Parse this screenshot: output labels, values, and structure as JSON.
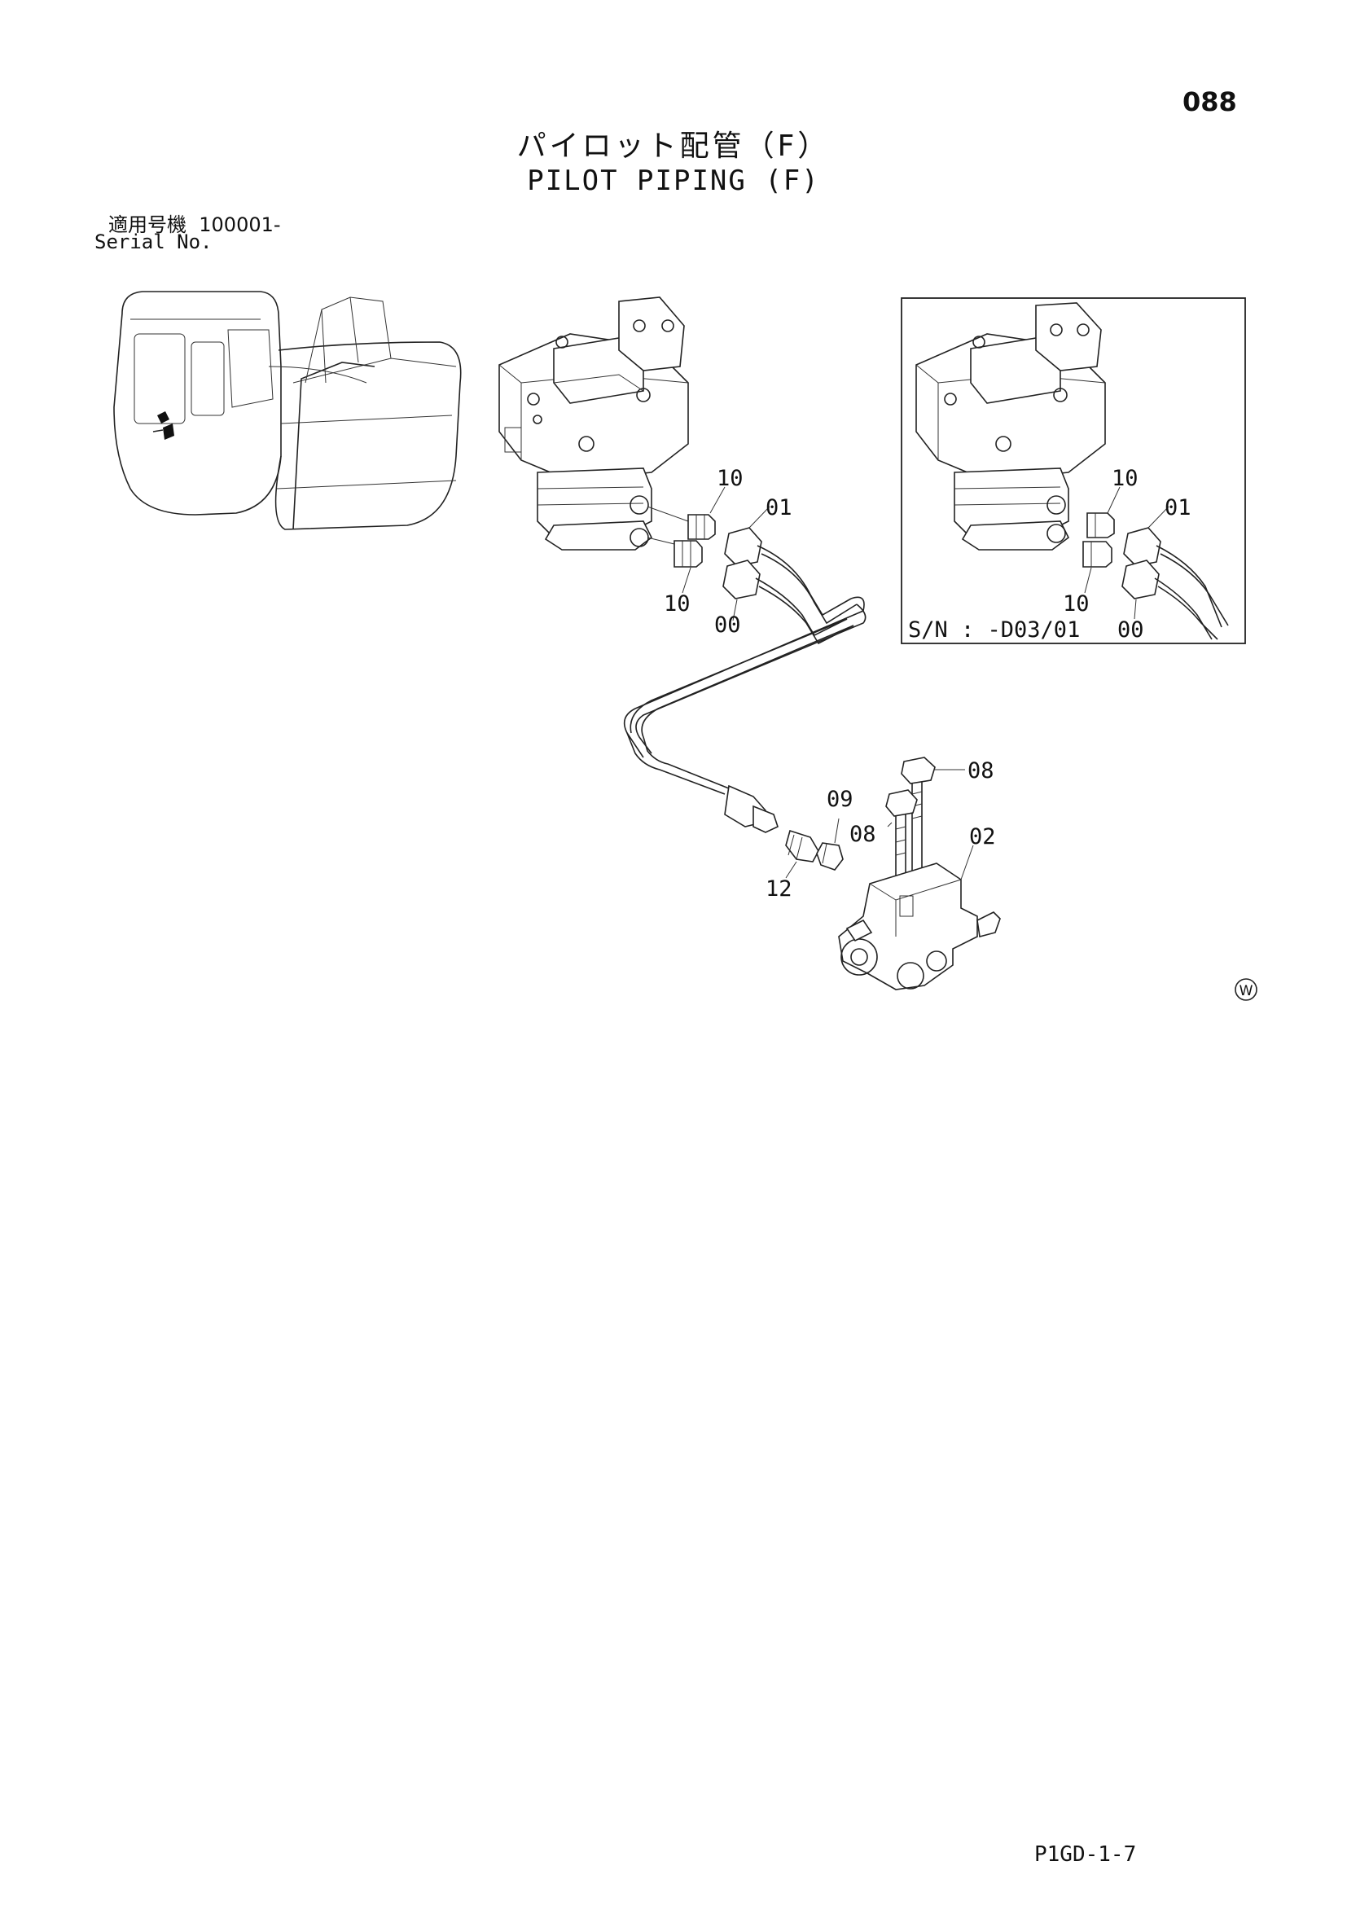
{
  "page_number": "088",
  "title_jp": "パイロット配管（F）",
  "title_en": "PILOT PIPING (F)",
  "serial": {
    "label_jp": "適用号機",
    "range": "100001-",
    "label_en": "Serial No."
  },
  "inset": {
    "serial_note": "S/N : -D03/01"
  },
  "callouts": {
    "main_10_top": "10",
    "main_10_bottom": "10",
    "main_01": "01",
    "main_00": "00",
    "inset_10": "10",
    "inset_10_bottom": "10",
    "inset_01": "01",
    "inset_00": "00",
    "bolt_08_top": "08",
    "bolt_08_left": "08",
    "fitting_09": "09",
    "valve_02": "02",
    "adapter_12": "12"
  },
  "watermark_symbol": "W",
  "footer_code": "P1GD-1-7"
}
